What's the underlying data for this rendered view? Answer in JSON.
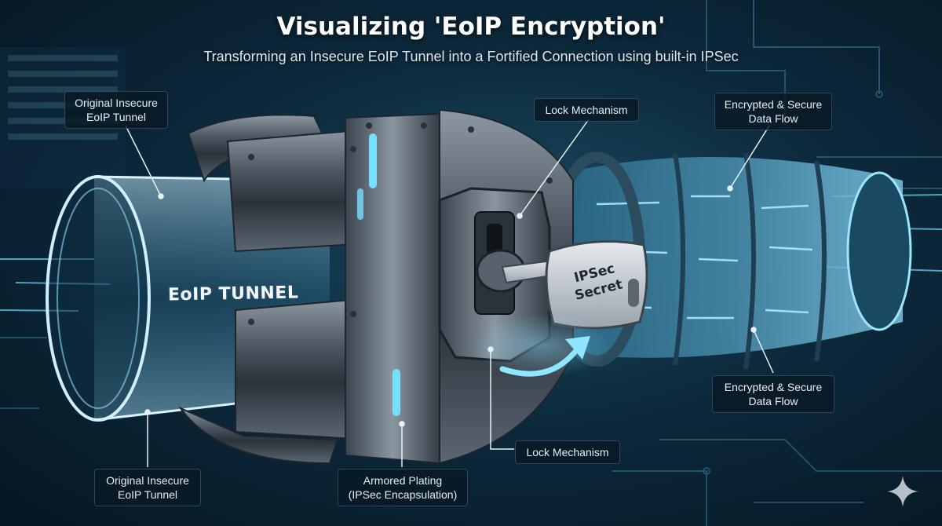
{
  "header": {
    "title": "Visualizing 'EoIP Encryption'",
    "subtitle": "Transforming an Insecure EoIP Tunnel into a Fortified Connection using built-in IPSec"
  },
  "diagram": {
    "tunnel_label": "EoIP TUNNEL",
    "key_label": {
      "line1": "IPSec",
      "line2": "Secret"
    },
    "callouts": {
      "original_top": {
        "line1": "Original Insecure",
        "line2": "EoIP Tunnel"
      },
      "original_bottom": {
        "line1": "Original Insecure",
        "line2": "EoIP Tunnel"
      },
      "lock_top": {
        "line1": "Lock Mechanism"
      },
      "lock_bottom": {
        "line1": "Lock Mechanism"
      },
      "encrypted_top": {
        "line1": "Encrypted & Secure",
        "line2": "Data Flow"
      },
      "encrypted_bottom": {
        "line1": "Encrypted & Secure",
        "line2": "Data Flow"
      },
      "armor": {
        "line1": "Armored Plating",
        "line2": "(IPSec Encapsulation)"
      }
    }
  },
  "colors": {
    "background": "#0c2a3c",
    "glow": "#5fd4ff",
    "metal": "#5c6670",
    "glass": "#9fd6f0"
  },
  "icons": {
    "corner": "sparkle-icon",
    "rotation": "curved-arrow-icon"
  }
}
